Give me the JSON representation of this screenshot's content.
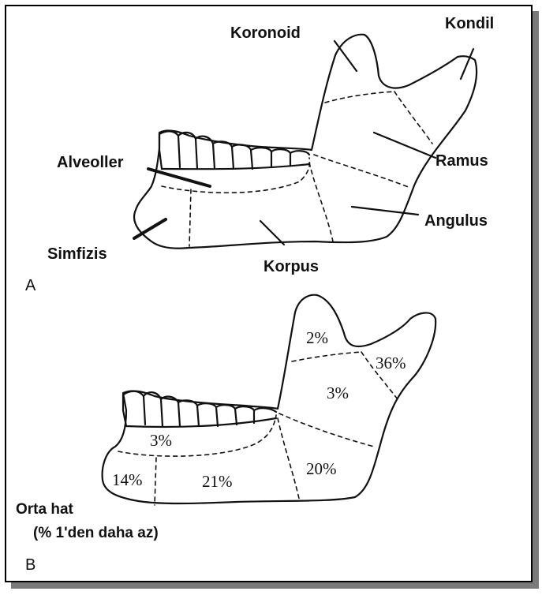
{
  "panel_a": {
    "letter": "A",
    "labels": {
      "koronoid": "Koronoid",
      "kondil": "Kondil",
      "alveoller": "Alveoller",
      "ramus": "Ramus",
      "angulus": "Angulus",
      "simfizis": "Simfizis",
      "korpus": "Korpus"
    }
  },
  "panel_b": {
    "letter": "B",
    "percentages": {
      "koronoid": "2%",
      "kondil": "36%",
      "ramus": "3%",
      "angulus": "20%",
      "alveoler": "3%",
      "korpus": "21%",
      "parasimfizis": "14%"
    },
    "midline_label": "Orta hat",
    "midline_note": "(% 1'den daha az)"
  },
  "colors": {
    "line": "#111111",
    "shadow": "#7a7a7a",
    "background": "#ffffff"
  }
}
